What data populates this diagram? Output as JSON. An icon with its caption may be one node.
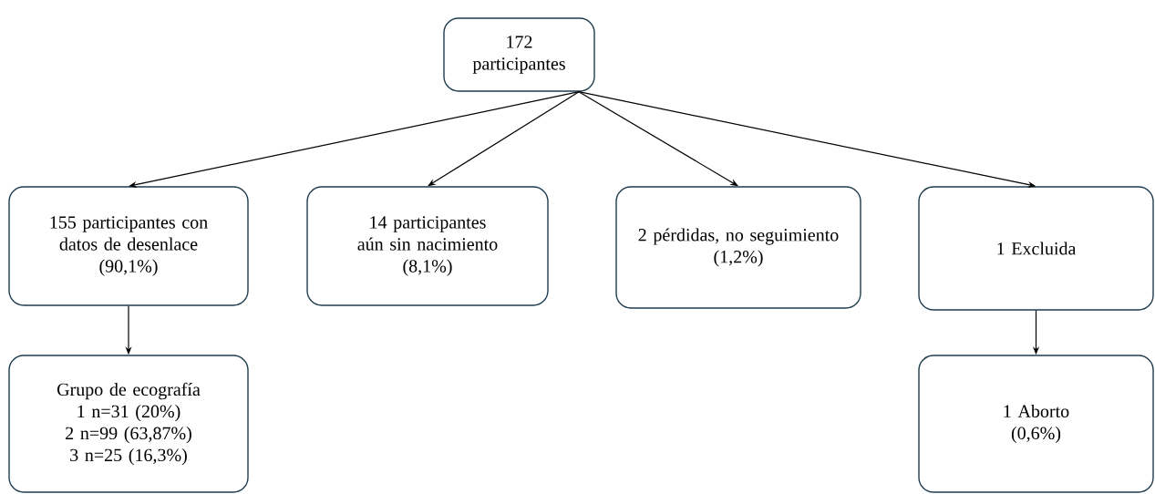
{
  "diagram": {
    "nodes": [
      {
        "text": [
          "172 participantes"
        ]
      },
      {
        "text": [
          "155 participantes con datos de desenlace",
          "(90,1%)"
        ]
      },
      {
        "text": [
          "14 participantes aún sin nacimiento",
          "(8,1%)"
        ]
      },
      {
        "text": [
          "2 pérdidas, no seguimiento",
          "(1,2%)"
        ]
      },
      {
        "text": [
          "1 Excluida"
        ]
      },
      {
        "text": [
          "Grupo de ecografía",
          "1 n=31 (20%)",
          "2 n=99 (63,87%)",
          "3 n=25 (16,3%)"
        ]
      },
      {
        "text": [
          "1 Aborto",
          "(0,6%)"
        ]
      }
    ],
    "edges": [
      {
        "from": 0,
        "to": 1,
        "arrow": "to"
      },
      {
        "from": 0,
        "to": 2,
        "arrow": "to"
      },
      {
        "from": 0,
        "to": 3,
        "arrow": "to"
      },
      {
        "from": 0,
        "to": 4,
        "arrow": "to"
      },
      {
        "from": 1,
        "to": 5,
        "arrow": "to"
      },
      {
        "from": 4,
        "to": 6,
        "arrow": "to"
      }
    ]
  }
}
